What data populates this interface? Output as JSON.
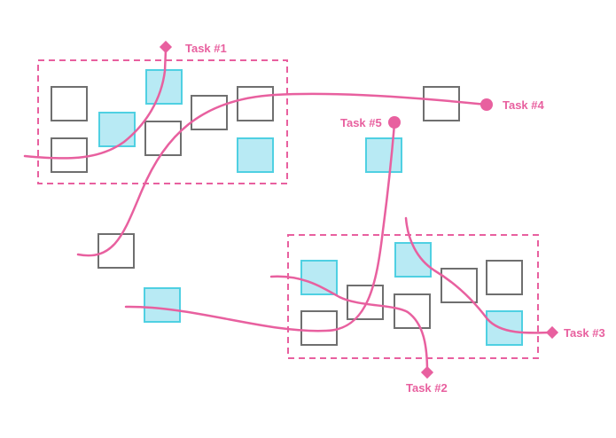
{
  "colors": {
    "background": "#ffffff",
    "path": "#e8609f",
    "cluster_border": "#e8609f",
    "box_border": "#6f6f6f",
    "box_fill": "#ffffff",
    "highlight_border": "#4fd0e2",
    "highlight_fill": "#b8eaf4"
  },
  "tasks": {
    "task1": {
      "label": "Task #1",
      "end_marker": "diamond"
    },
    "task2": {
      "label": "Task #2",
      "end_marker": "diamond"
    },
    "task3": {
      "label": "Task #3",
      "end_marker": "diamond"
    },
    "task4": {
      "label": "Task #4",
      "end_marker": "circle"
    },
    "task5": {
      "label": "Task #5",
      "end_marker": "circle"
    }
  }
}
